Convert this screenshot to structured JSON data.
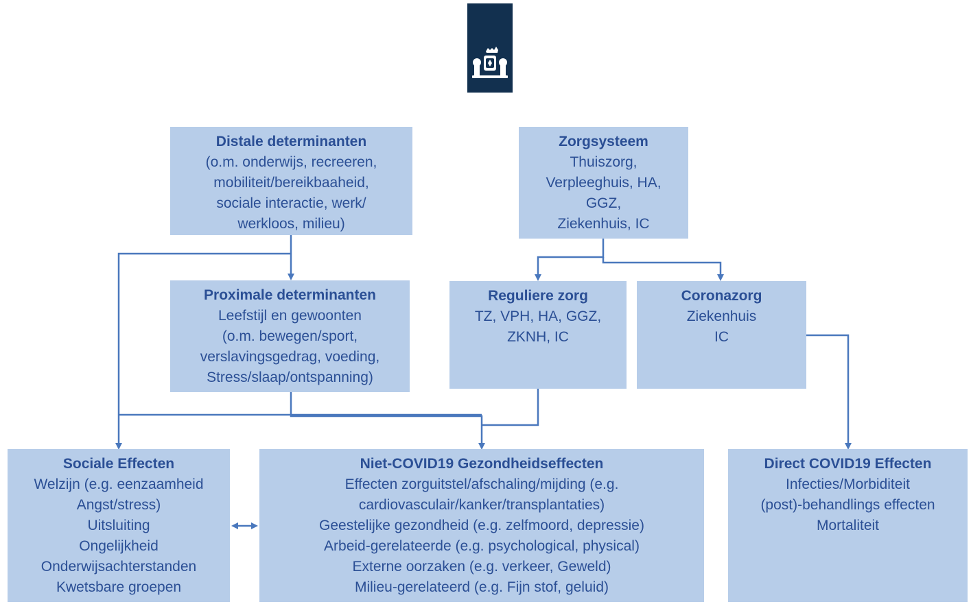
{
  "boxes": {
    "distal": {
      "title": "Distale determinanten",
      "lines": [
        "(o.m. onderwijs, recreeren,",
        "mobiliteit/bereikbaaheid,",
        "sociale interactie, werk/",
        "werkloos, milieu)"
      ]
    },
    "zorgsysteem": {
      "title": "Zorgsysteem",
      "lines": [
        "Thuiszorg,",
        "Verpleeghuis, HA,",
        "GGZ,",
        "Ziekenhuis, IC"
      ]
    },
    "proximal": {
      "title": "Proximale determinanten",
      "lines": [
        "Leefstijl en gewoonten",
        "(o.m. bewegen/sport,",
        "verslavingsgedrag, voeding,",
        "Stress/slaap/ontspanning)"
      ]
    },
    "regulier": {
      "title": "Reguliere zorg",
      "lines": [
        "TZ, VPH, HA, GGZ,",
        "ZKNH, IC"
      ]
    },
    "corona": {
      "title": "Coronazorg",
      "lines": [
        "Ziekenhuis",
        "IC"
      ]
    },
    "sociaal": {
      "title": "Sociale Effecten",
      "lines": [
        "Welzijn (e.g. eenzaamheid",
        "Angst/stress)",
        "Uitsluiting",
        "Ongelijkheid",
        "Onderwijsachterstanden",
        "Kwetsbare groepen"
      ]
    },
    "niet_covid": {
      "title": "Niet-COVID19 Gezondheidseffecten",
      "lines": [
        "Effecten zorguitstel/afschaling/mijding (e.g.",
        "cardiovasculair/kanker/transplantaties)",
        "Geestelijke gezondheid (e.g. zelfmoord, depressie)",
        "Arbeid-gerelateerde (e.g. psychological, physical)",
        "Externe oorzaken (e.g. verkeer, Geweld)",
        "Milieu-gerelateerd (e.g. Fijn stof, geluid)"
      ]
    },
    "direct_covid": {
      "title": "Direct COVID19 Effecten",
      "lines": [
        "Infecties/Morbiditeit",
        "(post)-behandlings effecten",
        "Mortaliteit"
      ]
    }
  },
  "colors": {
    "box_fill": "#b7cde9",
    "text": "#2b4f95",
    "arrow": "#4a78bd",
    "logo_bg": "#12304f"
  },
  "icons": {
    "logo": "rijksoverheid-coat-of-arms-icon"
  }
}
